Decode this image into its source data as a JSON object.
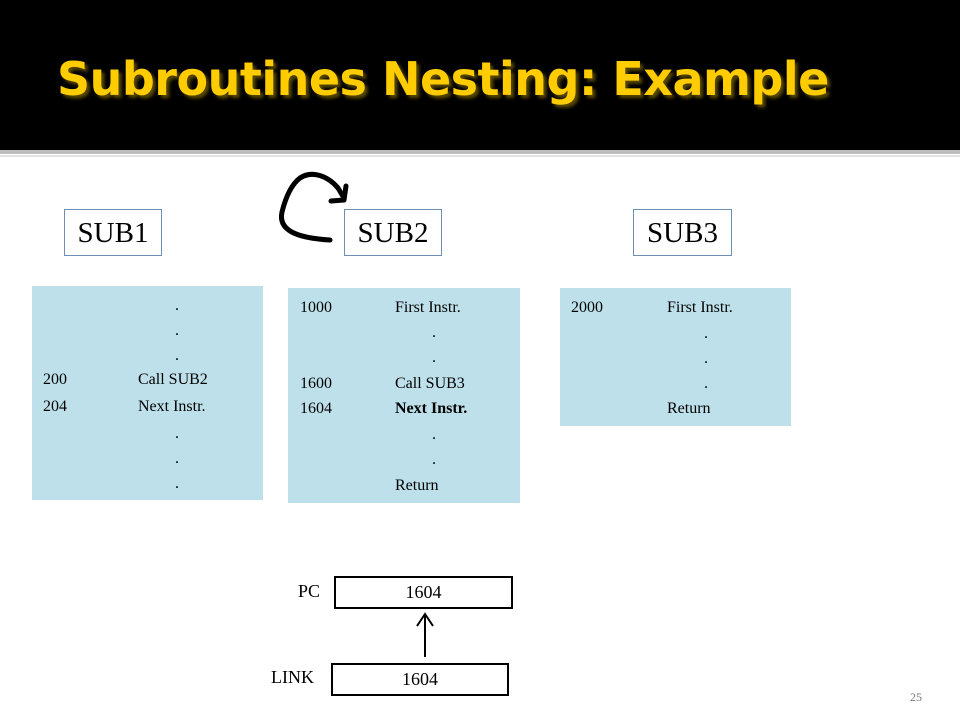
{
  "slide": {
    "title": "Subroutines Nesting:  Example",
    "page_number": "25"
  },
  "labels": {
    "sub1": "SUB1",
    "sub2": "SUB2",
    "sub3": "SUB3"
  },
  "sub1_block": {
    "rows": [
      {
        "addr": "",
        "instr": "."
      },
      {
        "addr": "",
        "instr": "."
      },
      {
        "addr": "",
        "instr": "."
      },
      {
        "addr": "200",
        "instr": "Call SUB2"
      },
      {
        "addr": "204",
        "instr": "Next Instr."
      },
      {
        "addr": "",
        "instr": "."
      },
      {
        "addr": "",
        "instr": "."
      },
      {
        "addr": "",
        "instr": "."
      }
    ]
  },
  "sub2_block": {
    "rows": [
      {
        "addr": "1000",
        "instr": "First Instr."
      },
      {
        "addr": "",
        "instr": "."
      },
      {
        "addr": "",
        "instr": "."
      },
      {
        "addr": "1600",
        "instr": "Call SUB3"
      },
      {
        "addr": "1604",
        "instr": "Next Instr."
      },
      {
        "addr": "",
        "instr": "."
      },
      {
        "addr": "",
        "instr": "."
      },
      {
        "addr": "",
        "instr": "Return"
      }
    ]
  },
  "sub3_block": {
    "rows": [
      {
        "addr": "2000",
        "instr": "First Instr."
      },
      {
        "addr": "",
        "instr": "."
      },
      {
        "addr": "",
        "instr": "."
      },
      {
        "addr": "",
        "instr": "."
      },
      {
        "addr": "",
        "instr": "Return"
      }
    ]
  },
  "registers": {
    "pc_label": "PC",
    "pc_value": "1604",
    "link_label": "LINK",
    "link_value": "1604"
  },
  "colors": {
    "title_bar": "#000000",
    "title_text": "#ffcc00",
    "block_fill": "#bde0ea",
    "label_border": "#6d8fb5"
  }
}
